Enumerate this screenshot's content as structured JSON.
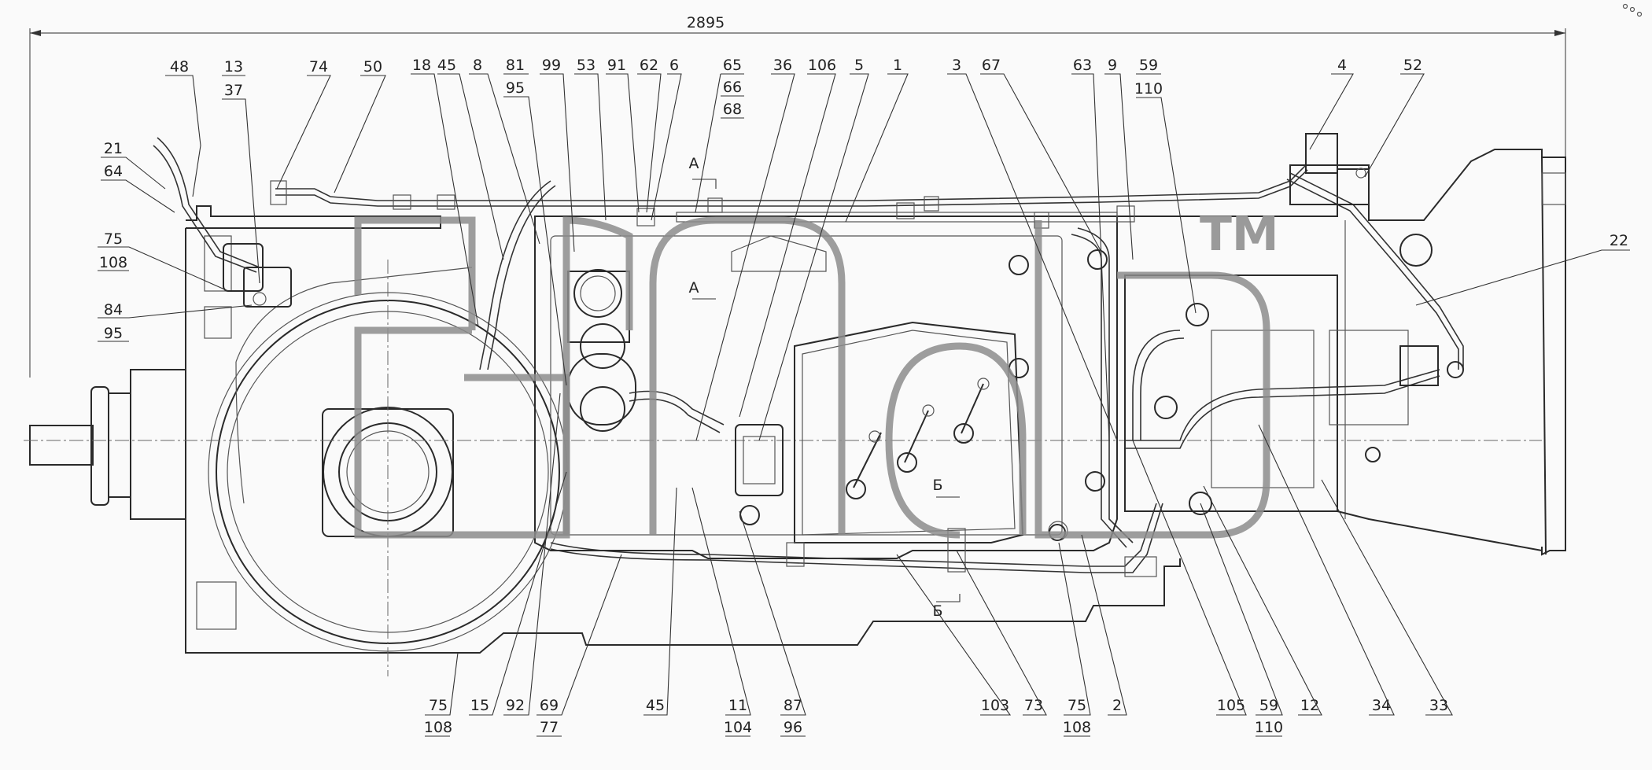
{
  "dimension": {
    "overall_length": "2895"
  },
  "watermark": {
    "mark": "TM"
  },
  "callouts_top": [
    {
      "id": "c48",
      "text": "48"
    },
    {
      "id": "c13",
      "text": "13"
    },
    {
      "id": "c37",
      "text": "37"
    },
    {
      "id": "c74",
      "text": "74"
    },
    {
      "id": "c50",
      "text": "50"
    },
    {
      "id": "c21",
      "text": "21"
    },
    {
      "id": "c64",
      "text": "64"
    },
    {
      "id": "c75a",
      "text": "75"
    },
    {
      "id": "c108a",
      "text": "108"
    },
    {
      "id": "c84",
      "text": "84"
    },
    {
      "id": "c95a",
      "text": "95"
    },
    {
      "id": "c18",
      "text": "18"
    },
    {
      "id": "c45a",
      "text": "45"
    },
    {
      "id": "c8",
      "text": "8"
    },
    {
      "id": "c81",
      "text": "81"
    },
    {
      "id": "c95b",
      "text": "95"
    },
    {
      "id": "c99",
      "text": "99"
    },
    {
      "id": "c53",
      "text": "53"
    },
    {
      "id": "c91",
      "text": "91"
    },
    {
      "id": "c62",
      "text": "62"
    },
    {
      "id": "c6",
      "text": "6"
    },
    {
      "id": "c65",
      "text": "65"
    },
    {
      "id": "c66",
      "text": "66"
    },
    {
      "id": "c68",
      "text": "68"
    },
    {
      "id": "c36",
      "text": "36"
    },
    {
      "id": "c106",
      "text": "106"
    },
    {
      "id": "c5",
      "text": "5"
    },
    {
      "id": "c1",
      "text": "1"
    },
    {
      "id": "c3",
      "text": "3"
    },
    {
      "id": "c67",
      "text": "67"
    },
    {
      "id": "c63",
      "text": "63"
    },
    {
      "id": "c9",
      "text": "9"
    },
    {
      "id": "c59a",
      "text": "59"
    },
    {
      "id": "c110a",
      "text": "110"
    },
    {
      "id": "c4",
      "text": "4"
    },
    {
      "id": "c52",
      "text": "52"
    },
    {
      "id": "c22",
      "text": "22"
    }
  ],
  "callouts_bottom": [
    {
      "id": "c75b",
      "text": "75"
    },
    {
      "id": "c108b",
      "text": "108"
    },
    {
      "id": "c15",
      "text": "15"
    },
    {
      "id": "c92",
      "text": "92"
    },
    {
      "id": "c69",
      "text": "69"
    },
    {
      "id": "c77",
      "text": "77"
    },
    {
      "id": "c45b",
      "text": "45"
    },
    {
      "id": "c11",
      "text": "11"
    },
    {
      "id": "c104",
      "text": "104"
    },
    {
      "id": "c87",
      "text": "87"
    },
    {
      "id": "c96",
      "text": "96"
    },
    {
      "id": "c103",
      "text": "103"
    },
    {
      "id": "c73",
      "text": "73"
    },
    {
      "id": "c75c",
      "text": "75"
    },
    {
      "id": "c108c",
      "text": "108"
    },
    {
      "id": "c2",
      "text": "2"
    },
    {
      "id": "c105",
      "text": "105"
    },
    {
      "id": "c59b",
      "text": "59"
    },
    {
      "id": "c110b",
      "text": "110"
    },
    {
      "id": "c12",
      "text": "12"
    },
    {
      "id": "c34",
      "text": "34"
    },
    {
      "id": "c33",
      "text": "33"
    }
  ],
  "section_marks": [
    {
      "id": "sA1",
      "text": "А"
    },
    {
      "id": "sA2",
      "text": "А"
    },
    {
      "id": "sB1",
      "text": "Б"
    },
    {
      "id": "sB2",
      "text": "Б"
    }
  ]
}
